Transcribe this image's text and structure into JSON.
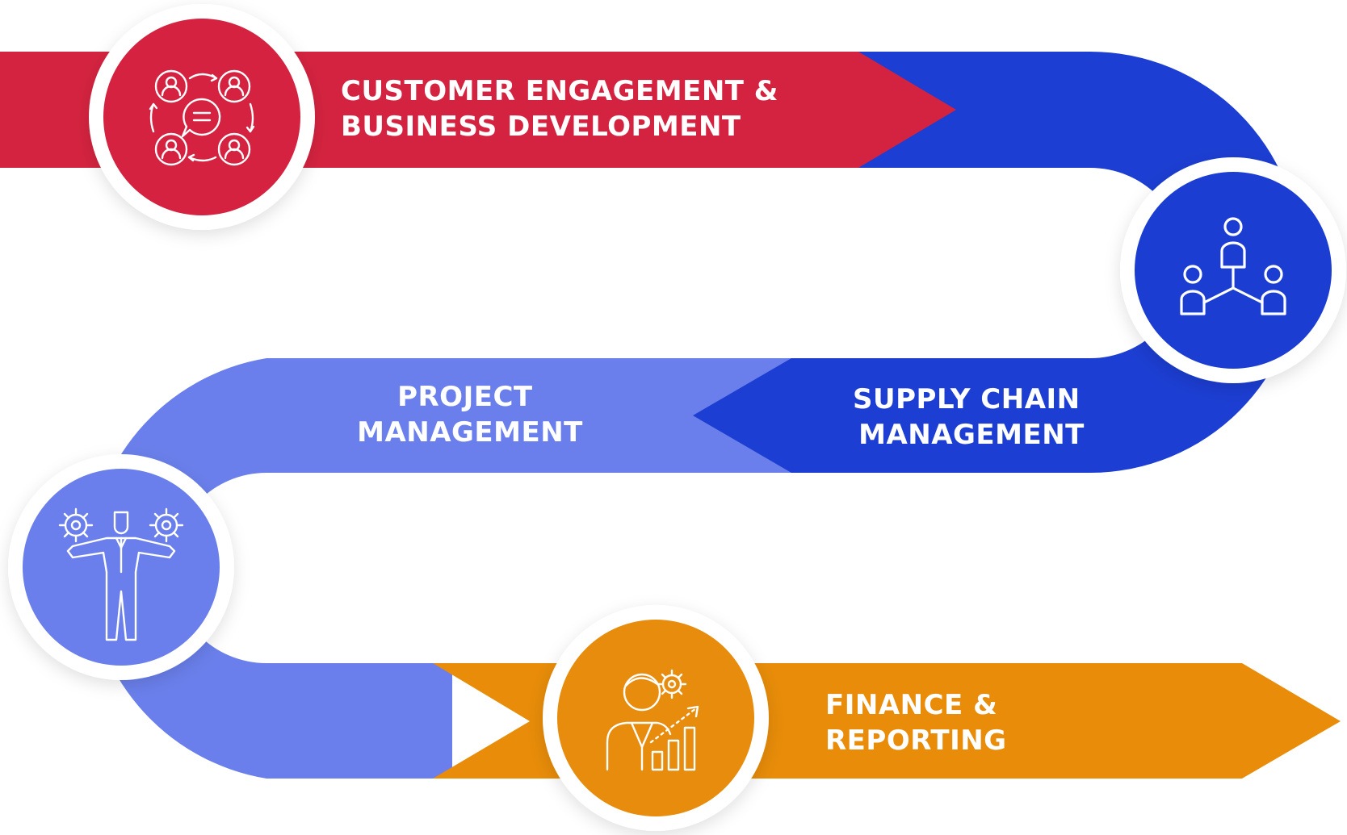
{
  "colors": {
    "red": "#D42340",
    "dark_blue": "#1C3ED2",
    "light_blue": "#6A7FEB",
    "orange": "#E88C09",
    "white": "#FFFFFF"
  },
  "stages": [
    {
      "id": "customer",
      "title_lines": [
        "CUSTOMER ENGAGEMENT &",
        "BUSINESS DEVELOPMENT"
      ],
      "color": "#D42340",
      "icon": "customer-engagement-icon"
    },
    {
      "id": "supply",
      "title_lines": [
        "SUPPLY CHAIN",
        "MANAGEMENT"
      ],
      "color": "#1C3ED2",
      "icon": "supply-chain-network-icon"
    },
    {
      "id": "project",
      "title_lines": [
        "PROJECT",
        "MANAGEMENT"
      ],
      "color": "#6A7FEB",
      "icon": "project-manager-gears-icon"
    },
    {
      "id": "finance",
      "title_lines": [
        "FINANCE &",
        "REPORTING"
      ],
      "color": "#E88C09",
      "icon": "finance-growth-chart-icon"
    }
  ]
}
